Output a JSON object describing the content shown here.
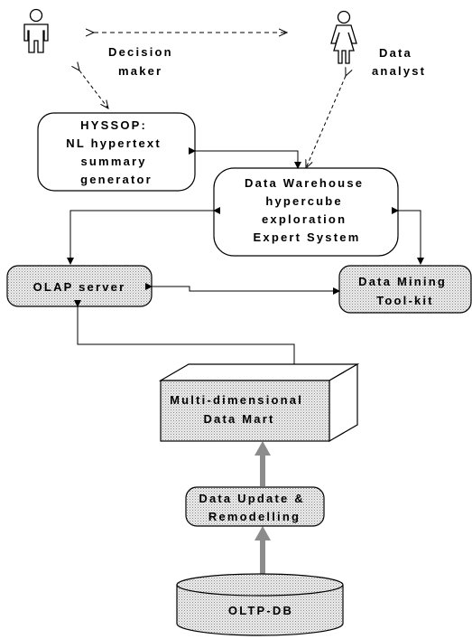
{
  "actors": {
    "decision_maker": {
      "line1": "Decision",
      "line2": "maker"
    },
    "data_analyst": {
      "line1": "Data",
      "line2": "analyst"
    }
  },
  "nodes": {
    "hyssop": {
      "lines": [
        "HYSSOP:",
        "NL hypertext",
        "summary",
        "generator"
      ]
    },
    "dw_expert": {
      "lines": [
        "Data Warehouse",
        "hypercube",
        "exploration",
        "Expert System"
      ]
    },
    "olap": {
      "lines": [
        "OLAP server"
      ]
    },
    "data_mining": {
      "lines": [
        "Data Mining",
        "Tool-kit"
      ]
    },
    "datamart": {
      "lines": [
        "Multi-dimensional",
        "Data Mart"
      ]
    },
    "data_update": {
      "lines": [
        "Data Update &",
        "Remodelling"
      ]
    },
    "oltp": {
      "lines": [
        "OLTP-DB"
      ]
    }
  },
  "colors": {
    "hatch_fill": "#d6d6d6",
    "thick_arrow": "#8c8c8c",
    "line": "#000000"
  }
}
